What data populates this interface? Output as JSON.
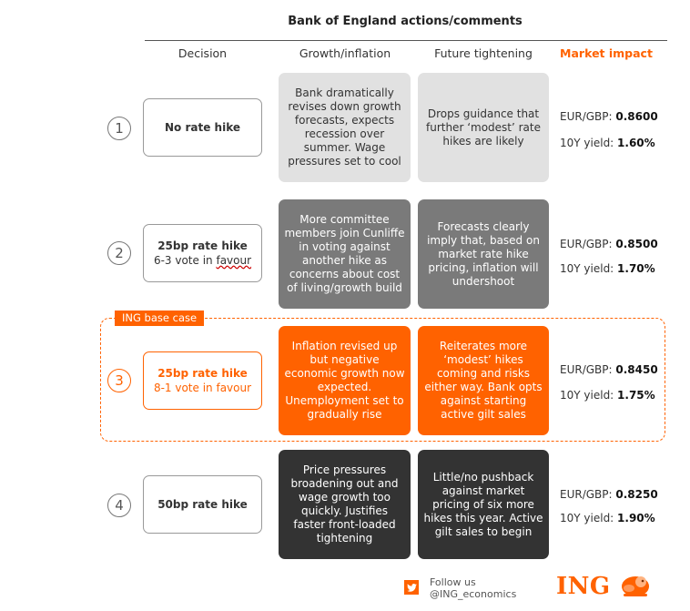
{
  "title": "Bank of England actions/comments",
  "headers": {
    "decision": "Decision",
    "growth": "Growth/inflation",
    "future": "Future tightening",
    "market": "Market impact"
  },
  "base_case_label": "ING base case",
  "rows": [
    {
      "number": "1",
      "decision_main": "No rate hike",
      "growth": "Bank dramatically revises down growth forecasts, expects recession over summer. Wage pressures set to cool",
      "future": "Drops guidance that further ‘modest’ rate hikes are likely",
      "eurgbp_label": "EUR/GBP: ",
      "eurgbp_value": "0.8600",
      "yield_label": "10Y yield: ",
      "yield_value": "1.60%"
    },
    {
      "number": "2",
      "decision_main": "25bp rate hike",
      "decision_sub_pre": "6-3 vote in ",
      "decision_sub_u": "favour",
      "growth": "More committee members join Cunliffe in voting against another hike as concerns about cost of living/growth build",
      "future": "Forecasts clearly imply that, based on market rate hike pricing, inflation will undershoot",
      "eurgbp_label": "EUR/GBP: ",
      "eurgbp_value": "0.8500",
      "yield_label": "10Y yield: ",
      "yield_value": "1.70%"
    },
    {
      "number": "3",
      "decision_main": "25bp rate hike",
      "decision_sub": "8-1 vote in favour",
      "growth": "Inflation revised up but negative economic growth now expected. Unemployment set to gradually rise",
      "future": "Reiterates more ‘modest’ hikes coming and risks either way. Bank opts against starting active gilt sales",
      "eurgbp_label": "EUR/GBP: ",
      "eurgbp_value": "0.8450",
      "yield_label": "10Y yield: ",
      "yield_value": "1.75%"
    },
    {
      "number": "4",
      "decision_main": "50bp rate hike",
      "growth": "Price pressures broadening out and wage growth too quickly. Justifies faster front-loaded tightening",
      "future": "Little/no pushback against market pricing of six more hikes this year. Active gilt sales to begin",
      "eurgbp_label": "EUR/GBP: ",
      "eurgbp_value": "0.8250",
      "yield_label": "10Y yield: ",
      "yield_value": "1.90%"
    }
  ],
  "footer": {
    "follow_line1": "Follow us",
    "follow_line2": "@ING_economics",
    "brand": "ING",
    "twitter_icon": "twitter-bird-icon",
    "brand_icon": "ing-lion-logo"
  },
  "colors": {
    "orange": "#ff6200",
    "light_grey": "#e1e1e1",
    "mid_grey": "#7a7a7a",
    "dark_grey": "#333333"
  }
}
